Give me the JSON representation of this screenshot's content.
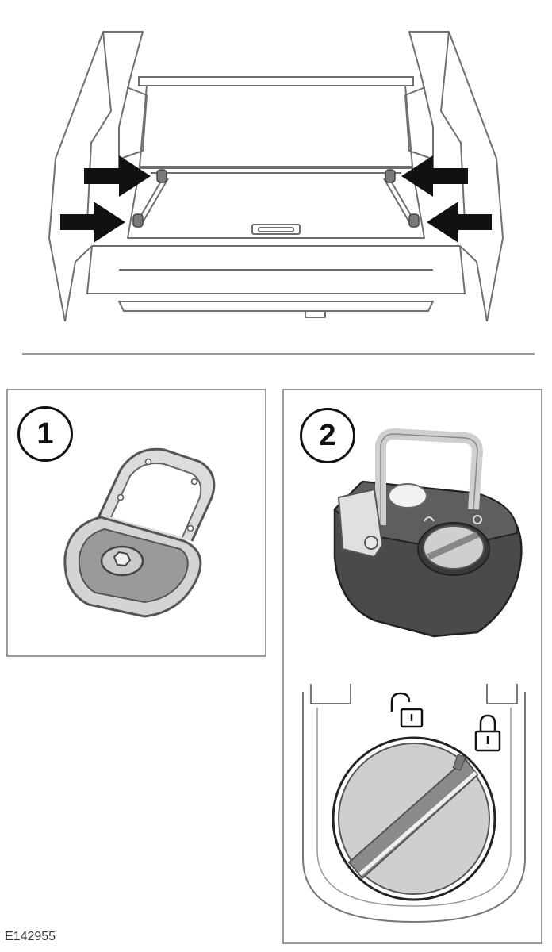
{
  "figure": {
    "code": "E142955",
    "callouts": [
      "1",
      "2"
    ]
  },
  "colors": {
    "line": "#6f6f6f",
    "arrow": "#111111",
    "dark_body": "#4a4a4a",
    "light_fill": "#e6e6e6"
  },
  "icons": [
    "arrow-icon",
    "unlocked-padlock-icon",
    "locked-padlock-icon",
    "tie-down-loop-icon",
    "lock-knob-icon"
  ]
}
